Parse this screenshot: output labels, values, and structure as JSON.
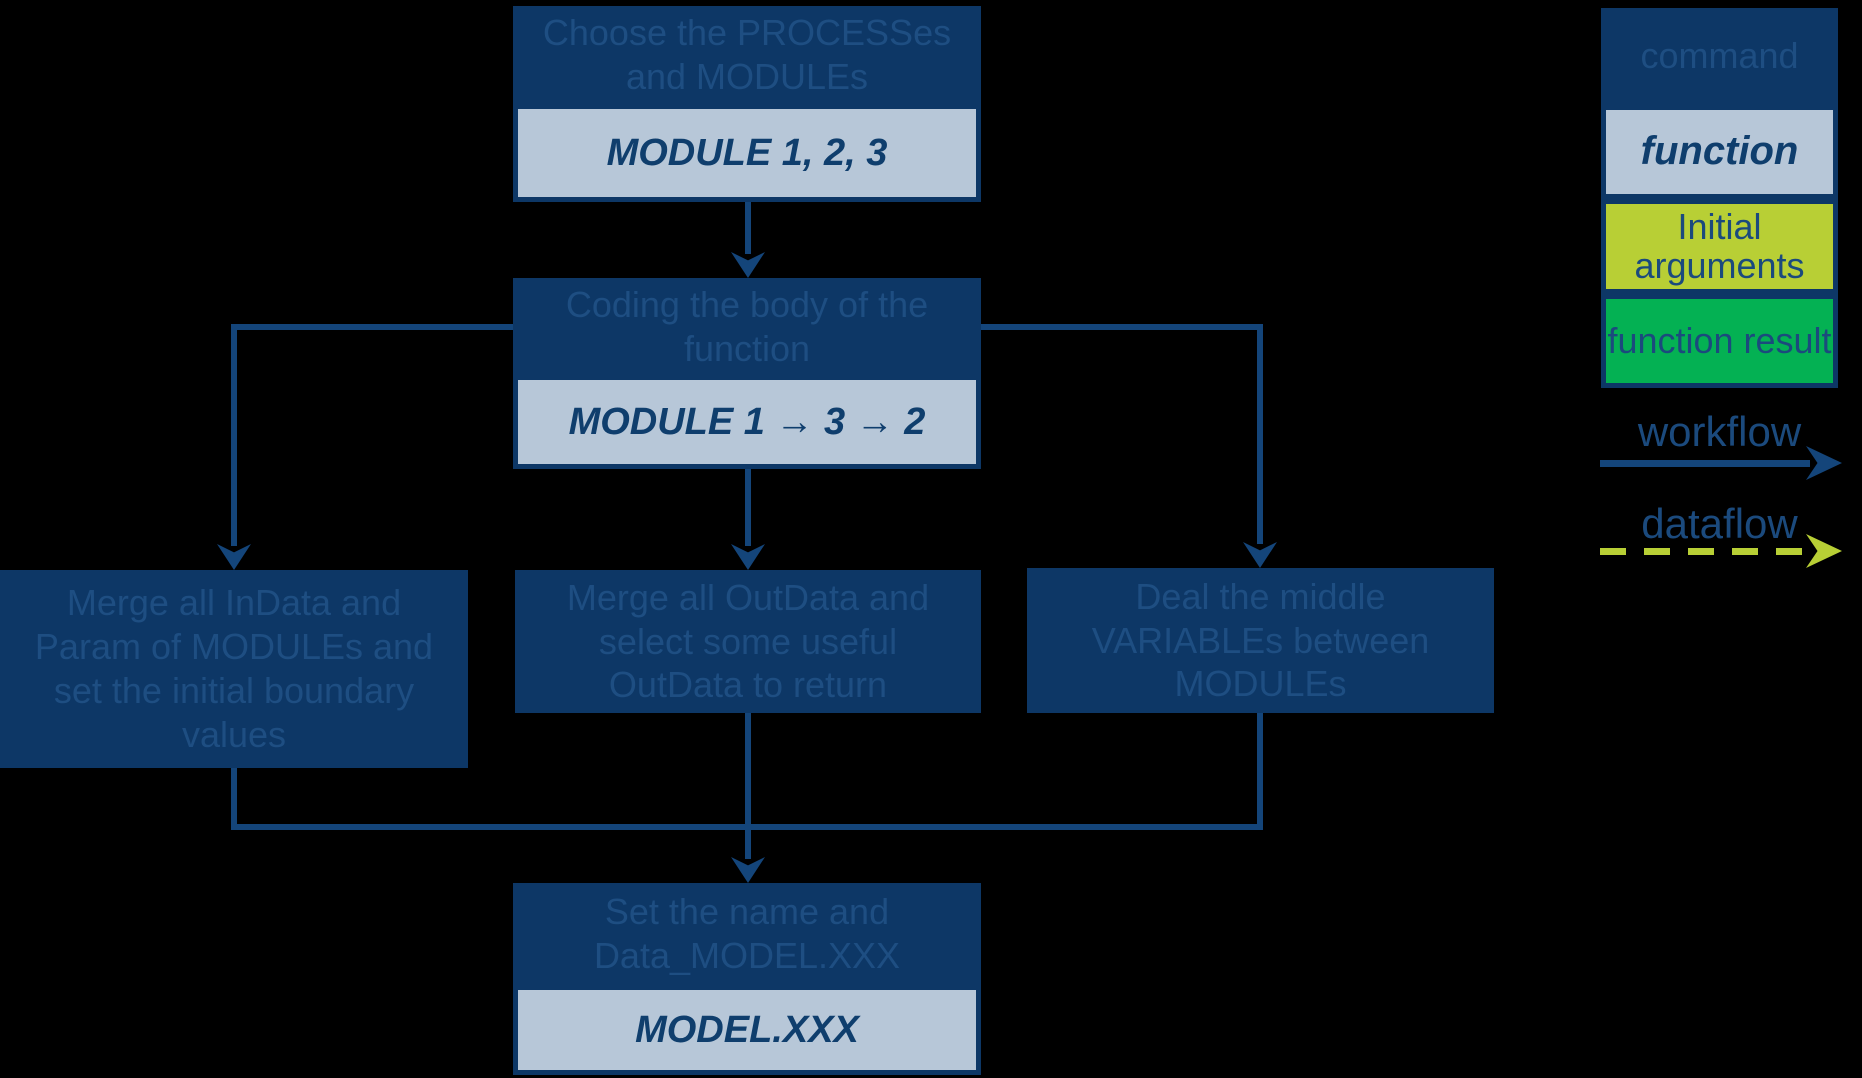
{
  "flowchart": {
    "steps": [
      {
        "command": "Choose the PROCESSes and MODULEs",
        "function": "MODULE 1, 2, 3"
      },
      {
        "command": "Coding the body of the function",
        "function": "MODULE 1 → 3 → 2"
      },
      {
        "command": "Merge all InData and Param of MODULEs and set the initial boundary values"
      },
      {
        "command": "Merge all OutData and select some useful OutData to return"
      },
      {
        "command": "Deal the middle VARIABLEs between MODULEs"
      },
      {
        "command": "Set the name and Data_MODEL.XXX",
        "function": "MODEL.XXX"
      }
    ]
  },
  "legend": {
    "items": [
      {
        "label": "command"
      },
      {
        "label": "function"
      },
      {
        "label": "Initial arguments"
      },
      {
        "label": "function result"
      }
    ],
    "workflow_label": "workflow",
    "dataflow_label": "dataflow"
  },
  "colors": {
    "background": "#000000",
    "command_fill": "#0d3766",
    "command_text": "#1e4e82",
    "function_fill": "#b7c7d8",
    "function_text": "#0f3e6d",
    "initial_arguments_fill": "#b8cf35",
    "function_result_fill": "#04b153",
    "legend_text": "#1b4a7d",
    "connector": "#14457a",
    "dataflow_dash": "#b8cf35"
  }
}
